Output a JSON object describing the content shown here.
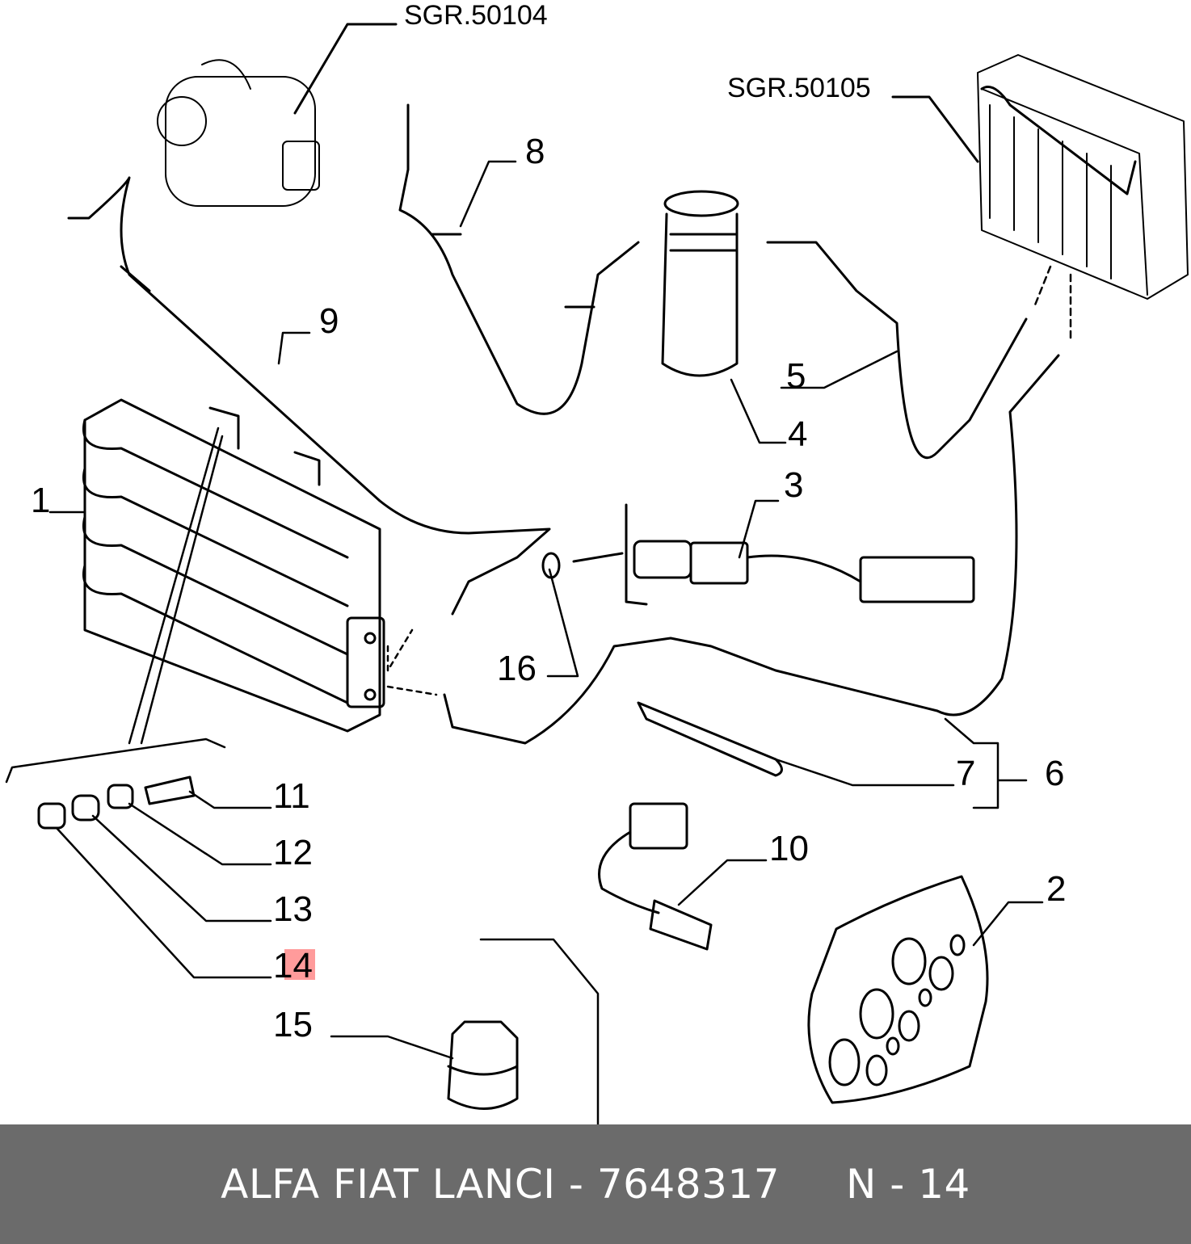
{
  "references": {
    "compressor": "SGR.50104",
    "evaporator": "SGR.50105"
  },
  "callouts": [
    "1",
    "2",
    "3",
    "4",
    "5",
    "6",
    "7",
    "8",
    "9",
    "10",
    "11",
    "12",
    "13",
    "14",
    "15",
    "16"
  ],
  "highlighted_callout": "14",
  "colors": {
    "line": "#000000",
    "highlight": "#ff8a8a",
    "footer_bg": "#6b6b6b",
    "footer_text": "#ffffff"
  },
  "footer": {
    "brand": "ALFA FIAT LANCI",
    "separator": " - ",
    "part_number": "7648317",
    "position": "N - 14"
  }
}
